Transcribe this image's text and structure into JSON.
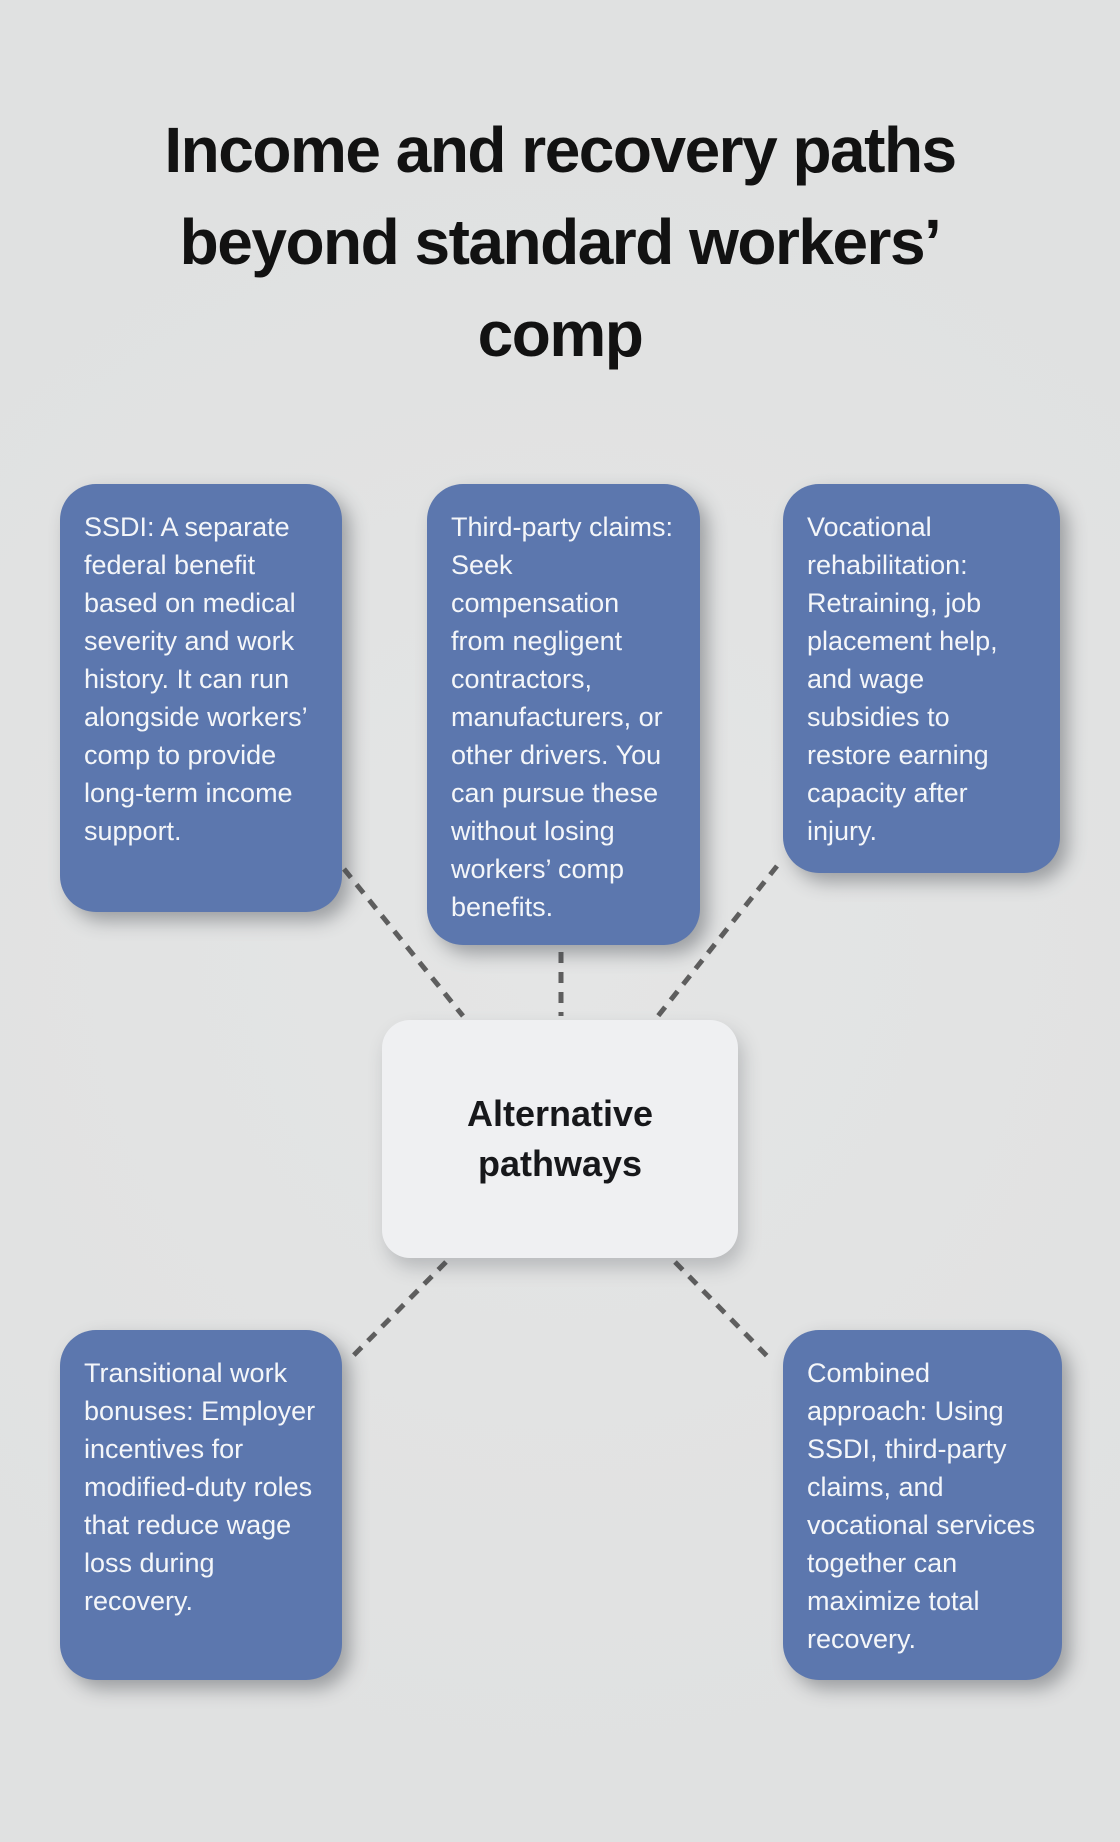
{
  "title": {
    "full_text": "Income and recovery paths beyond standard workers’ comp",
    "lines": [
      "Income and recovery paths",
      "beyond standard workers’",
      "comp"
    ]
  },
  "center_node": {
    "label": "Alternative pathways"
  },
  "nodes": [
    {
      "id": "ssdi",
      "text": "SSDI: A separate federal benefit based on medical severity and work history. It can run alongside workers’ comp to provide long-term income support."
    },
    {
      "id": "third-party-claims",
      "text": "Third-party claims: Seek compensation from negligent contractors, manufacturers, or other drivers. You can pursue these without losing workers’ comp benefits."
    },
    {
      "id": "vocational-rehabilitation",
      "text": "Vocational rehabilitation: Retraining, job placement help, and wage subsidies to restore earning capacity after injury."
    },
    {
      "id": "transitional-work-bonuses",
      "text": "Transitional work bonuses: Employer incentives for modified-duty roles that reduce wage loss during recovery."
    },
    {
      "id": "combined-approach",
      "text": "Combined approach: Using SSDI, third-party claims, and vocational services together can maximize total recovery."
    }
  ],
  "colors": {
    "page-bg": "#e0e1e1",
    "node-bg": "#5c77ae",
    "node-text": "#f4f6f9",
    "center-bg": "#eff0f2",
    "center-text": "#17181b",
    "connector": "#5e5e5e",
    "title-text": "#121212"
  }
}
